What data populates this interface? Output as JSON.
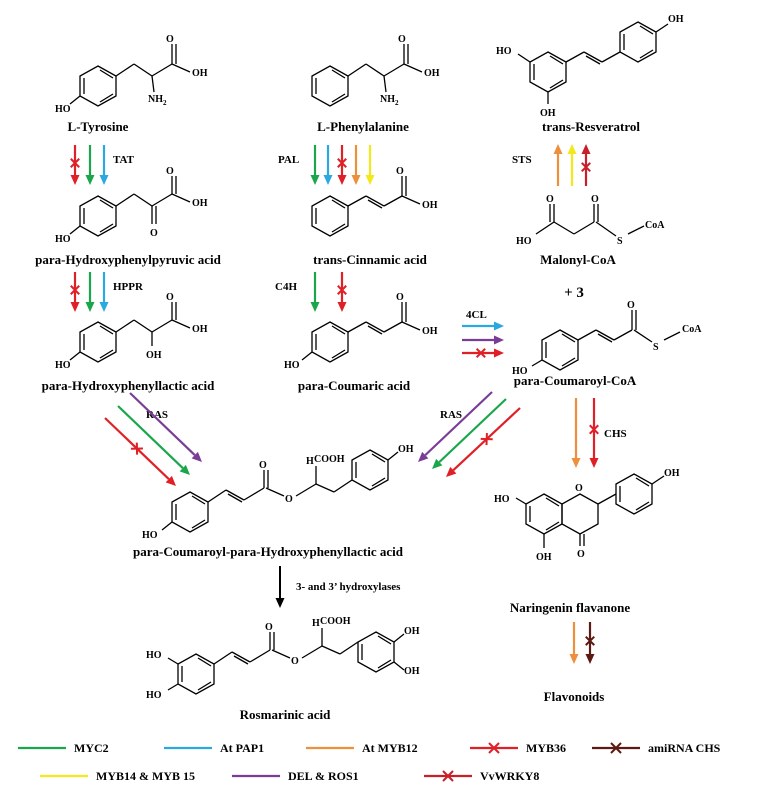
{
  "colors": {
    "myc2": "#1aa64b",
    "pap1": "#2ba8e0",
    "myb12": "#ee8f3b",
    "myb36": "#e02027",
    "amirna": "#5b1a12",
    "myb14": "#f2e81c",
    "del": "#7a3d97",
    "wrky": "#c8202a",
    "black": "#000000"
  },
  "compounds": {
    "tyrosine": "L-Tyrosine",
    "phenylalanine": "L-Phenylalanine",
    "resveratrol": "trans-Resveratrol",
    "hppa": "para-Hydroxyphenylpyruvic acid",
    "cinnamic": "trans-Cinnamic acid",
    "malonyl": "Malonyl-CoA",
    "hpla": "para-Hydroxyphenyllactic acid",
    "coumaric": "para-Coumaric acid",
    "coumaroylcoa": "para-Coumaroyl-CoA",
    "plus3": "+ 3",
    "ester": "para-Coumaroyl-para-Hydroxyphenyllactic acid",
    "naringenin": "Naringenin flavanone",
    "rosmarinic": "Rosmarinic acid",
    "flavonoids": "Flavonoids"
  },
  "enzymes": {
    "tat": "TAT",
    "pal": "PAL",
    "sts": "STS",
    "hppr": "HPPR",
    "c4h": "C4H",
    "fourcl": "4CL",
    "ras_left": "RAS",
    "ras_right": "RAS",
    "chs": "CHS",
    "hydroxylases": "3- and 3’ hydroxylases"
  },
  "atoms": {
    "oh": "OH",
    "ho": "HO",
    "o": "O",
    "nh": "NH",
    "nh_sub": "2",
    "s": "S",
    "coa": "CoA",
    "cooh": "COOH",
    "h": "H"
  },
  "legend": [
    {
      "label": "MYC2",
      "color": "myc2",
      "cross": false
    },
    {
      "label": "At PAP1",
      "color": "pap1",
      "cross": false
    },
    {
      "label": "At MYB12",
      "color": "myb12",
      "cross": false
    },
    {
      "label": "MYB36",
      "color": "myb36",
      "cross": true
    },
    {
      "label": "amiRNA CHS",
      "color": "amirna",
      "cross": true
    },
    {
      "label": "MYB14 & MYB 15",
      "color": "myb14",
      "cross": false
    },
    {
      "label": "DEL & ROS1",
      "color": "del",
      "cross": false
    },
    {
      "label": "VvWRKY8",
      "color": "wrky",
      "cross": true
    }
  ]
}
